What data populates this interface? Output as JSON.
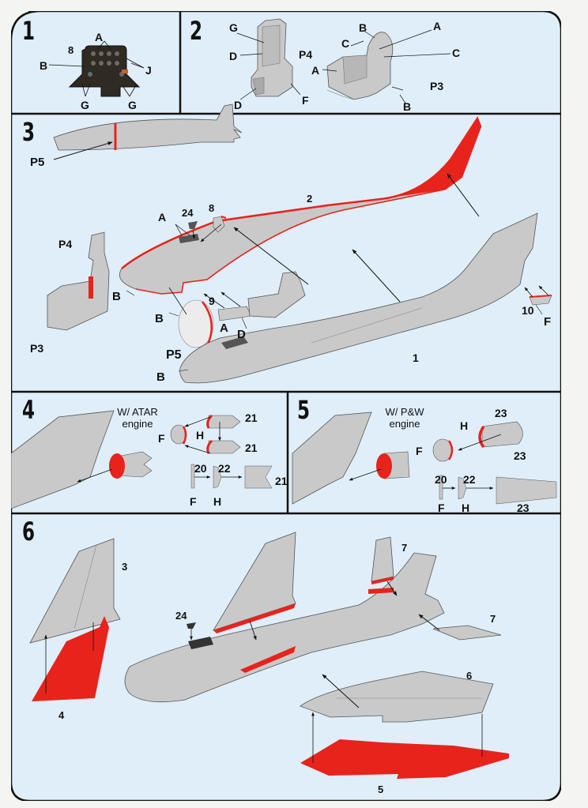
{
  "colors": {
    "panel_bg": "#dfeef9",
    "part_gray": "#c9c9c9",
    "glue_red": "#e8231c",
    "ink": "#111111",
    "paper": "#f4f5f3"
  },
  "steps": [
    {
      "number": "1",
      "labels": {
        "a": "A",
        "num8": "8",
        "b": "B",
        "j": "J",
        "g1": "G",
        "g2": "G"
      }
    },
    {
      "number": "2",
      "labels": {
        "g": "G",
        "p4": "P4",
        "d1": "D",
        "d2": "D",
        "f": "F",
        "c1": "C",
        "b1": "B",
        "a1": "A",
        "c2": "C",
        "a2": "A",
        "b2": "B",
        "p3": "P3"
      }
    },
    {
      "number": "3",
      "labels": {
        "p5a": "P5",
        "a": "A",
        "n24": "24",
        "n8": "8",
        "n2": "2",
        "p4": "P4",
        "p3": "P3",
        "b1": "B",
        "b2": "B",
        "n9": "9",
        "d": "D",
        "p5b": "P5",
        "a2": "A",
        "b3": "B",
        "n1": "1",
        "n10": "10",
        "f": "F"
      }
    },
    {
      "number": "4",
      "caption_line1": "W/ ATAR",
      "caption_line2": "engine",
      "labels": {
        "f1": "F",
        "h1": "H",
        "n21a": "21",
        "n21b": "21",
        "n20": "20",
        "n22": "22",
        "n21c": "21",
        "f2": "F",
        "h2": "H"
      }
    },
    {
      "number": "5",
      "caption_line1": "W/ P&W",
      "caption_line2": "engine",
      "labels": {
        "h1": "H",
        "n23a": "23",
        "f1": "F",
        "n23b": "23",
        "n20": "20",
        "n22": "22",
        "n23c": "23",
        "f2": "F",
        "h2": "H"
      }
    },
    {
      "number": "6",
      "labels": {
        "n3": "3",
        "n4": "4",
        "n24": "24",
        "n7a": "7",
        "n7b": "7",
        "n6": "6",
        "n5": "5"
      }
    }
  ]
}
